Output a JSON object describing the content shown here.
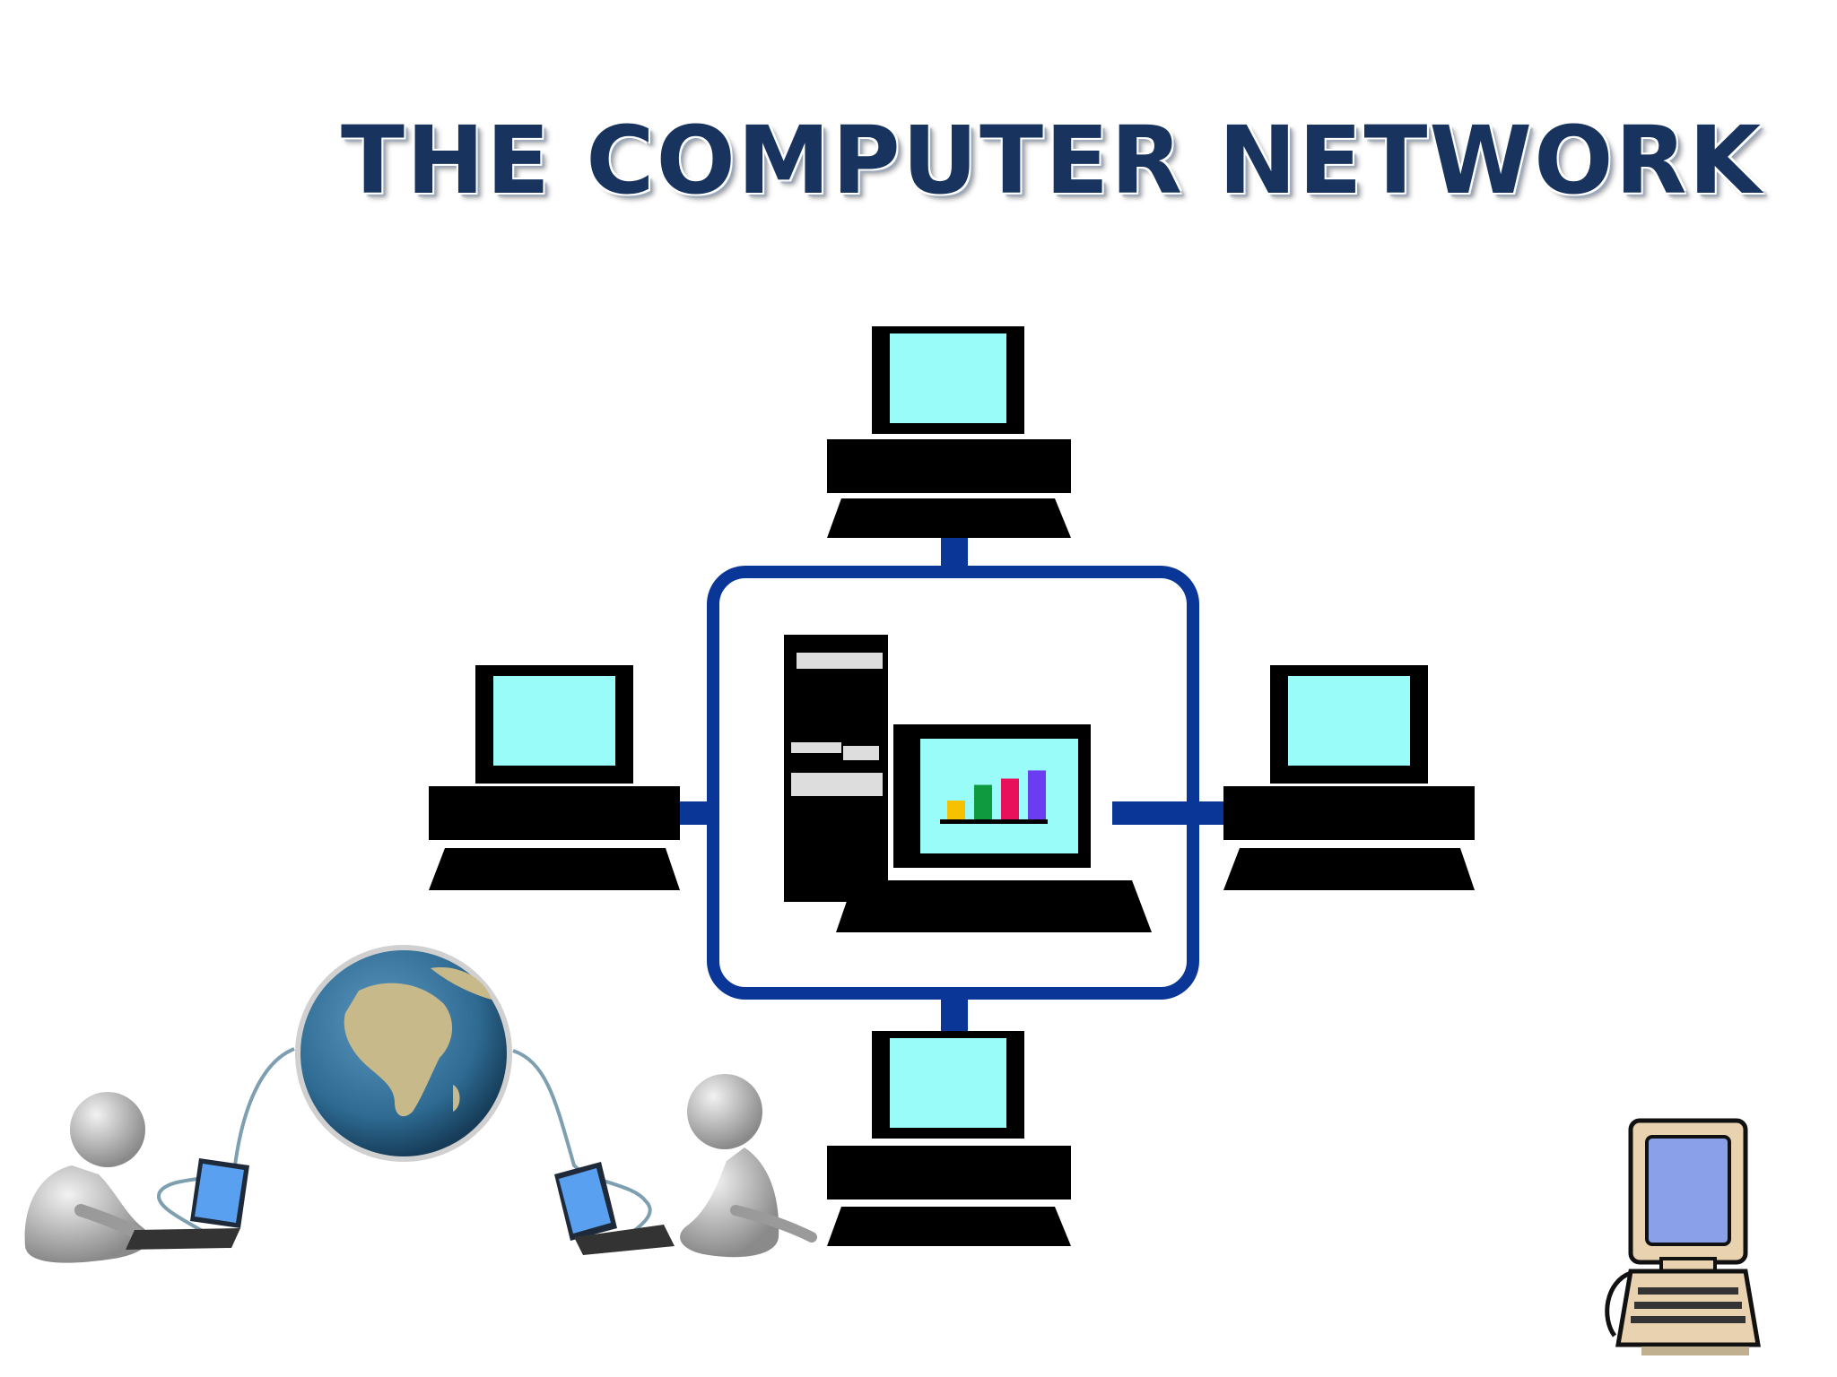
{
  "slide": {
    "title": "THE COMPUTER NETWORK"
  },
  "colors": {
    "title": "#18345e",
    "ring": "#0a3797",
    "screen": "#9afcf9",
    "computer": "#000000",
    "globe_ocean": "#2e6a92",
    "globe_land": "#c8b98a",
    "figure": "#b8b8b8",
    "laptop_screen": "#5aa0f0",
    "retro_body": "#e8d2b0",
    "retro_screen": "#8aa0e8"
  },
  "icons": {
    "top": "desktop-computer-icon",
    "left": "desktop-computer-icon",
    "right": "desktop-computer-icon",
    "bottom": "desktop-computer-icon",
    "server": "server-workstation-icon",
    "chart": "bar-chart-icon",
    "globe": "globe-icon",
    "users": "person-with-laptop-icon",
    "retro": "retro-computer-icon"
  },
  "chart_bars": [
    0.3,
    0.55,
    0.65,
    0.78
  ],
  "chart_bar_colors": [
    "#f7c000",
    "#109a40",
    "#e8105a",
    "#6a3ef0"
  ]
}
